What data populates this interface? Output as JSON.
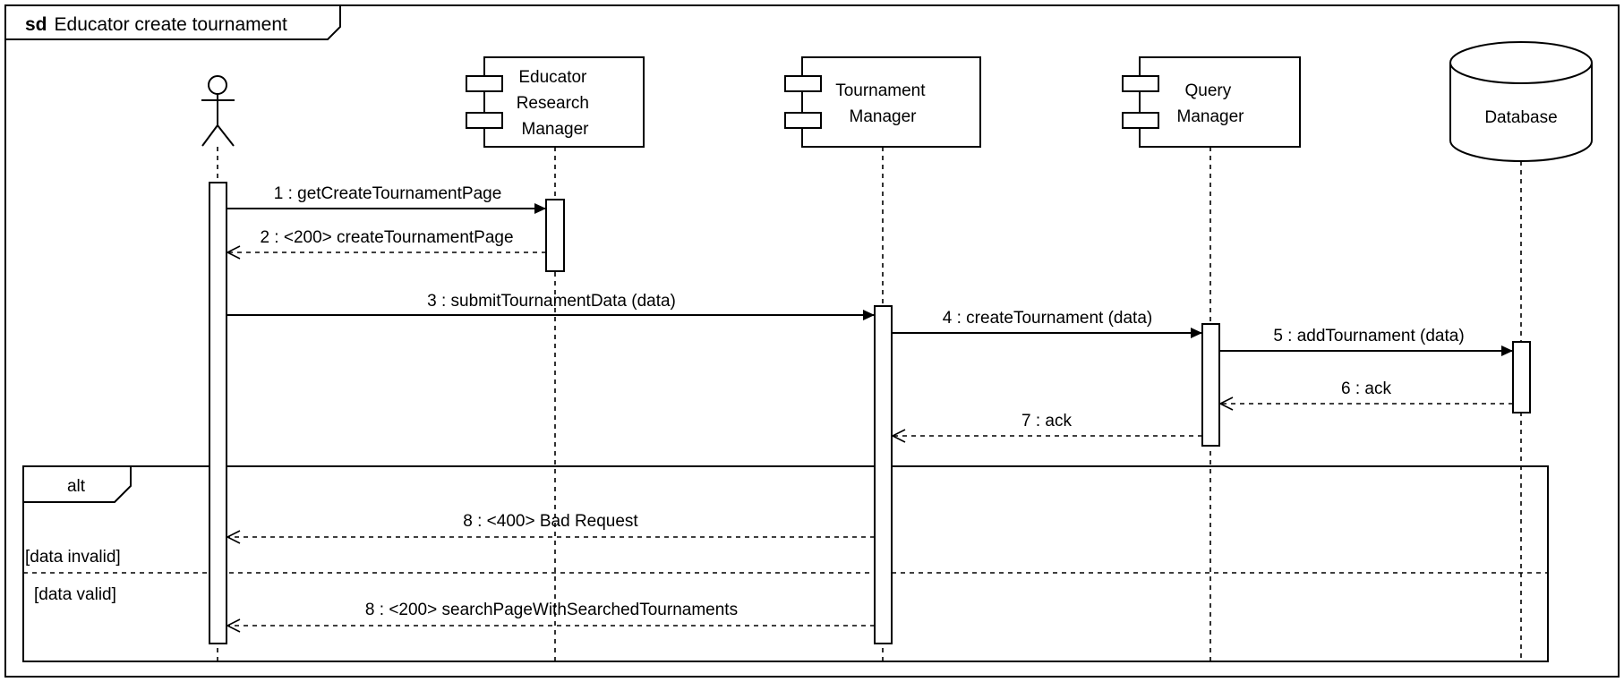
{
  "frame": {
    "keyword": "sd",
    "title": "Educator create tournament"
  },
  "participants": [
    {
      "id": "educator",
      "kind": "actor",
      "label": []
    },
    {
      "id": "educator-research-manager",
      "kind": "component",
      "label": [
        "Educator",
        "Research",
        "Manager"
      ]
    },
    {
      "id": "tournament-manager",
      "kind": "component",
      "label": [
        "Tournament",
        "Manager"
      ]
    },
    {
      "id": "query-manager",
      "kind": "component",
      "label": [
        "Query",
        "Manager"
      ]
    },
    {
      "id": "database",
      "kind": "database",
      "label": [
        "Database"
      ]
    }
  ],
  "messages": [
    {
      "text": "1 : getCreateTournamentPage",
      "from": "educator",
      "to": "educator-research-manager",
      "type": "sync"
    },
    {
      "text": "2 : <200> createTournamentPage",
      "from": "educator-research-manager",
      "to": "educator",
      "type": "reply"
    },
    {
      "text": "3 : submitTournamentData (data)",
      "from": "educator",
      "to": "tournament-manager",
      "type": "sync"
    },
    {
      "text": "4 : createTournament (data)",
      "from": "tournament-manager",
      "to": "query-manager",
      "type": "sync"
    },
    {
      "text": "5 : addTournament (data)",
      "from": "query-manager",
      "to": "database",
      "type": "sync"
    },
    {
      "text": "6 : ack",
      "from": "database",
      "to": "query-manager",
      "type": "reply"
    },
    {
      "text": "7 : ack",
      "from": "query-manager",
      "to": "tournament-manager",
      "type": "reply"
    },
    {
      "text": "8 : <400> Bad Request",
      "from": "tournament-manager",
      "to": "educator",
      "type": "reply"
    },
    {
      "text": "8 : <200> searchPageWithSearchedTournaments",
      "from": "tournament-manager",
      "to": "educator",
      "type": "reply"
    }
  ],
  "fragment": {
    "operator": "alt",
    "guards": [
      "[data invalid]",
      "[data valid]"
    ]
  }
}
